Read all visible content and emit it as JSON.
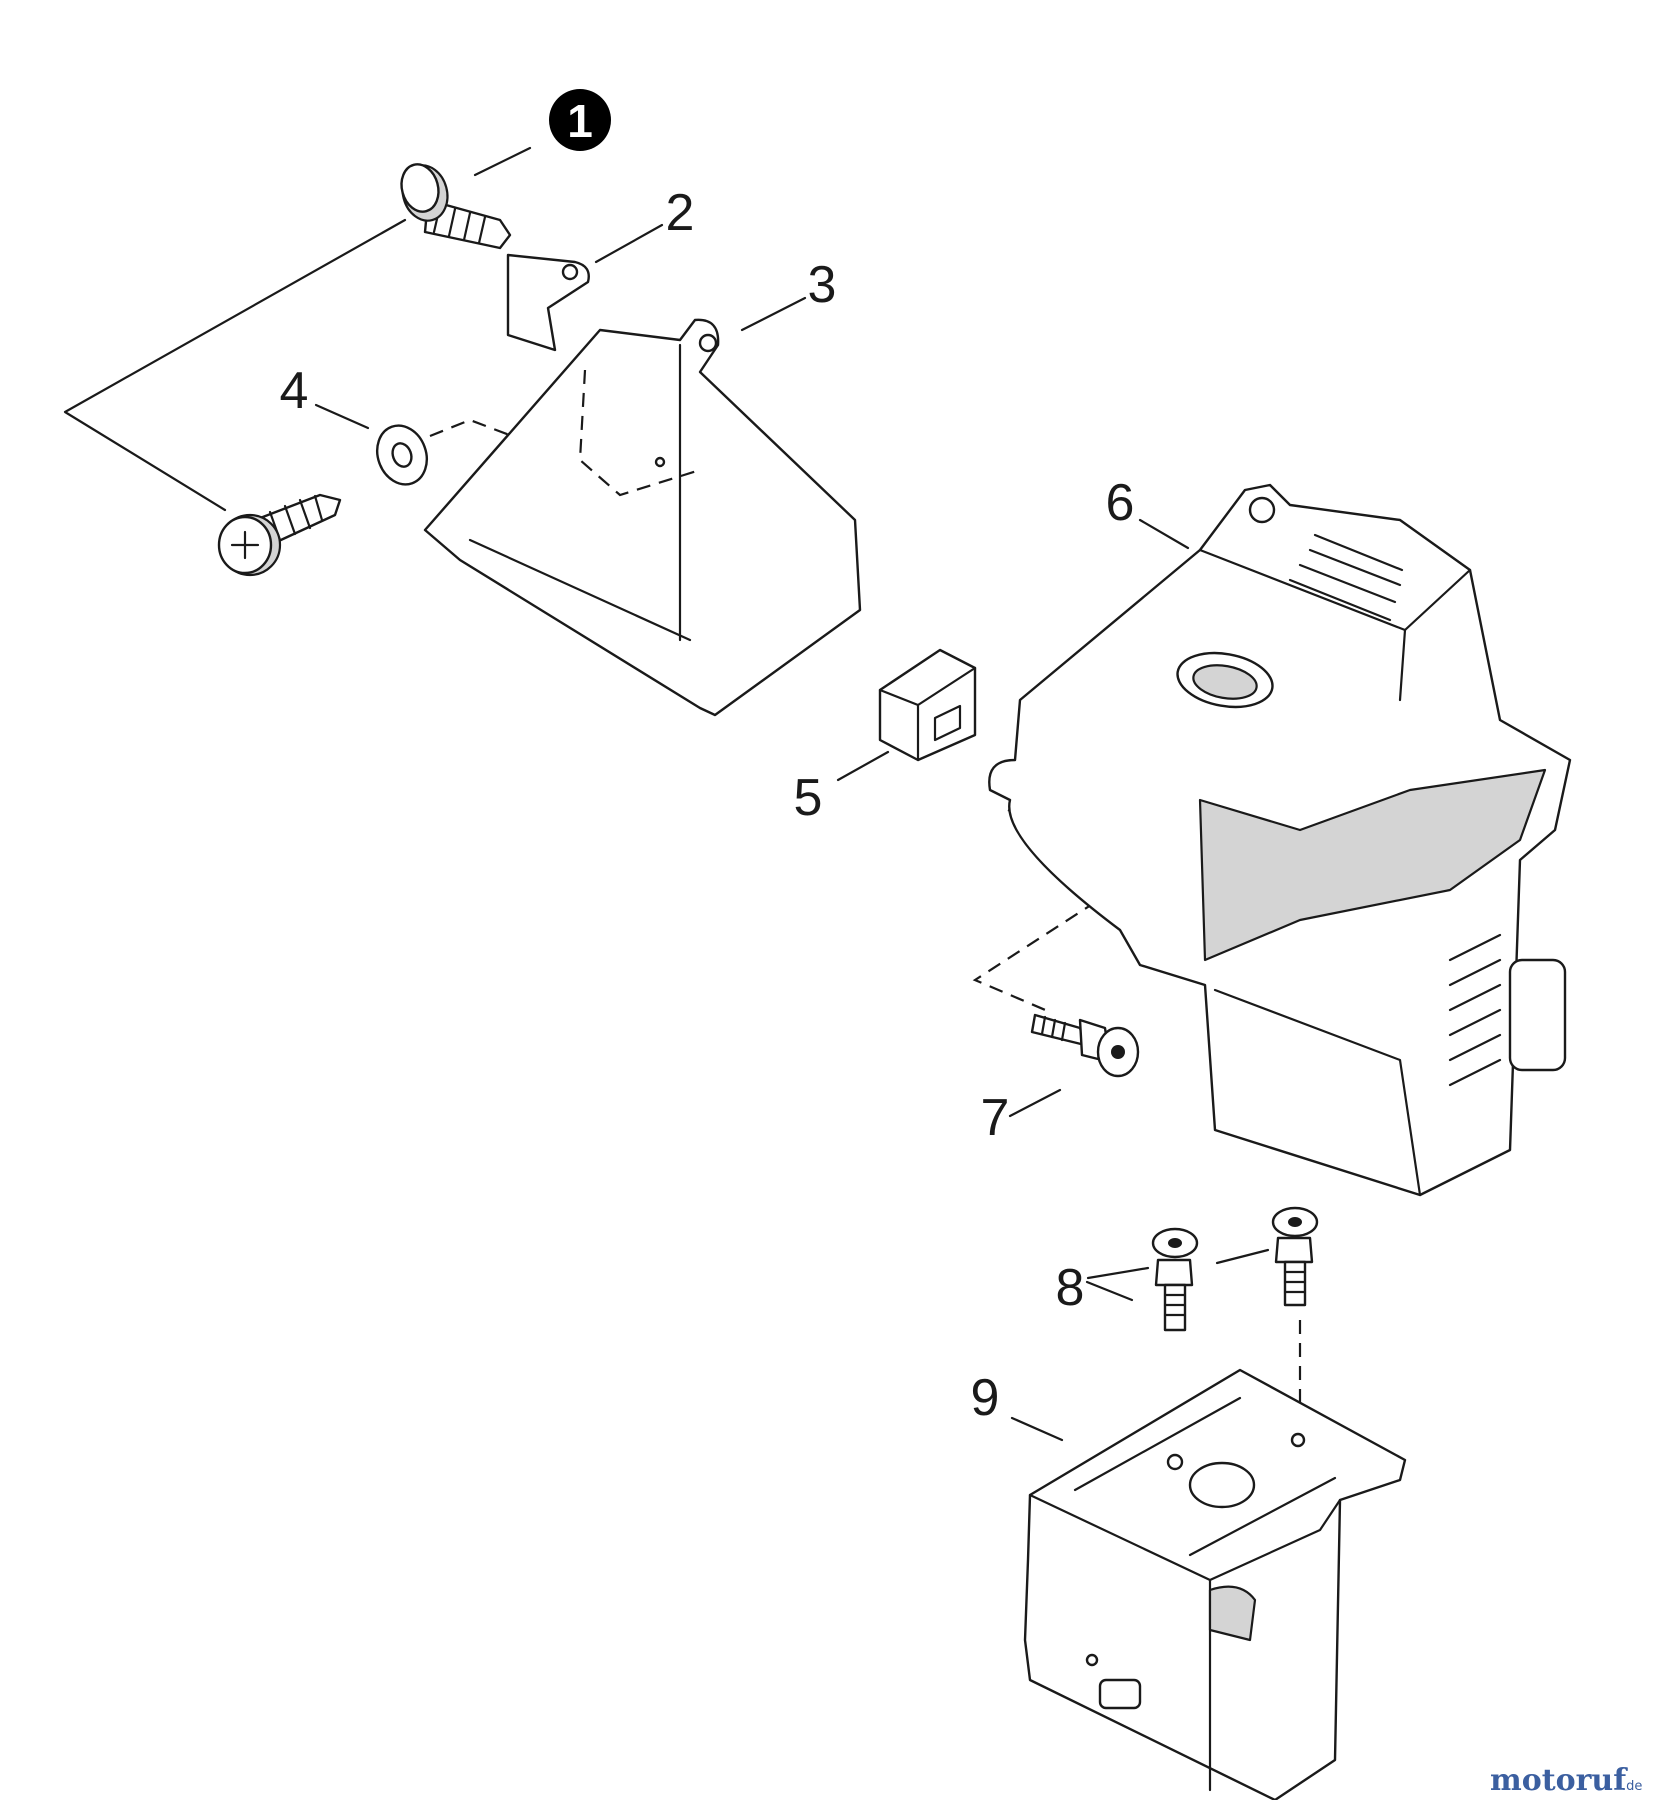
{
  "callouts": [
    {
      "label": "1",
      "highlighted": true
    },
    {
      "label": "2"
    },
    {
      "label": "3"
    },
    {
      "label": "4"
    },
    {
      "label": "5"
    },
    {
      "label": "6"
    },
    {
      "label": "7"
    },
    {
      "label": "8"
    },
    {
      "label": "9"
    }
  ],
  "watermark": {
    "brand": "motoruf",
    "suffix": ".de",
    "colors": {
      "primary": "#3b5fa0",
      "accent": "#e07a1f"
    }
  }
}
